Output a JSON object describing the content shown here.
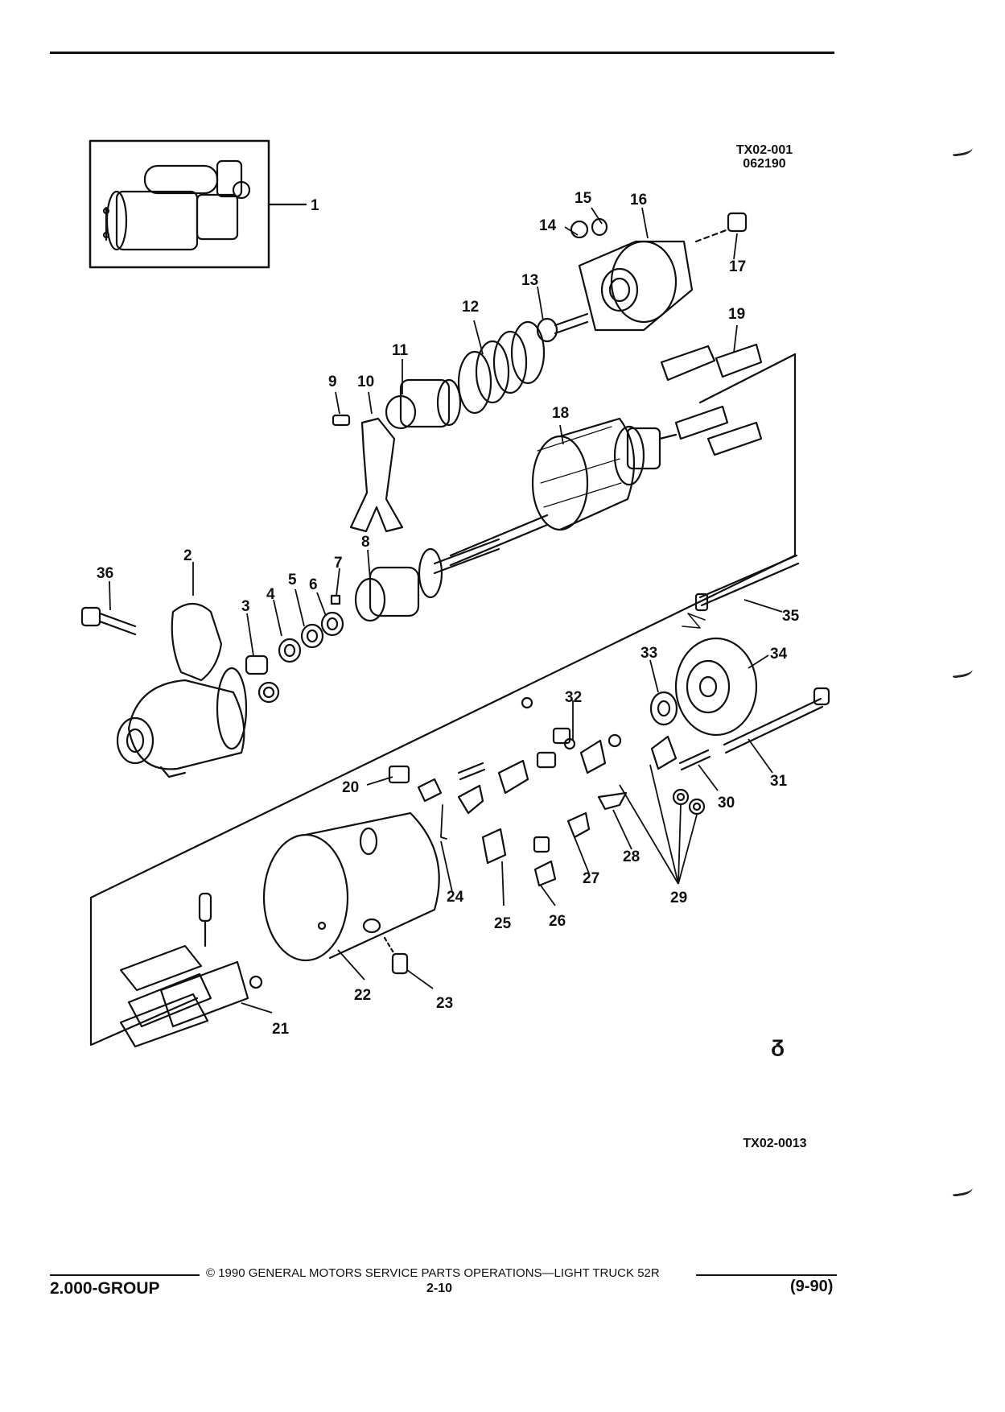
{
  "header": {
    "drawing_id": "TX02-001",
    "drawing_date": "062190"
  },
  "diagram": {
    "callouts": [
      "1",
      "2",
      "3",
      "4",
      "5",
      "6",
      "7",
      "8",
      "9",
      "10",
      "11",
      "12",
      "13",
      "14",
      "15",
      "16",
      "17",
      "18",
      "19",
      "20",
      "21",
      "22",
      "23",
      "24",
      "25",
      "26",
      "27",
      "28",
      "29",
      "30",
      "31",
      "32",
      "33",
      "34",
      "35",
      "36"
    ],
    "figure_code": "TX02-0013",
    "symbol": "ᵹ"
  },
  "footer": {
    "copyright": "© 1990 GENERAL MOTORS SERVICE PARTS OPERATIONS—LIGHT TRUCK 52R",
    "group": "2.000-GROUP",
    "page": "2-10",
    "revision": "(9-90)"
  }
}
